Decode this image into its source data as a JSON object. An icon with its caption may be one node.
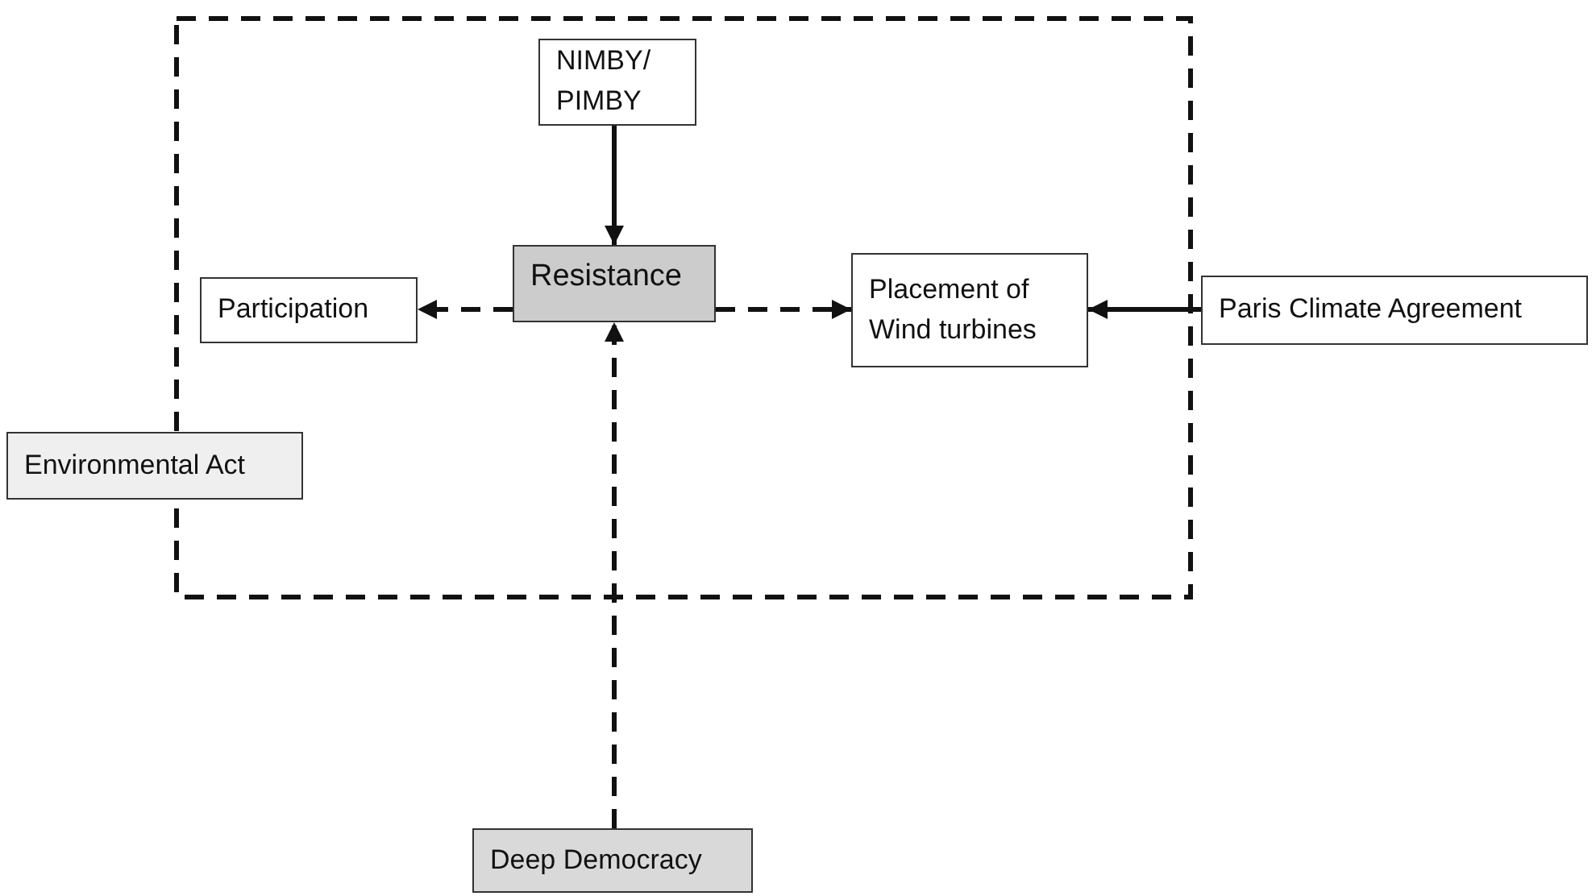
{
  "diagram": {
    "nodes": [
      {
        "text": [],
        "shape": "box"
      },
      {
        "text": [
          "NIMBY/ PIMBY"
        ],
        "in": 0
      },
      {
        "text": [
          "Resistance"
        ],
        "in": 0
      },
      {
        "text": [
          "Participation"
        ],
        "in": 0
      },
      {
        "text": [
          "Placement of Wind turbines"
        ],
        "in": 0
      },
      {
        "text": [
          "Paris Climate Agreement"
        ]
      },
      {
        "text": [
          "Environmental Act"
        ]
      },
      {
        "text": [
          "Deep Democracy"
        ]
      }
    ],
    "edges": [
      {
        "from": 1,
        "to": 2,
        "arrow": "to"
      },
      {
        "from": 2,
        "to": 3,
        "arrow": "to",
        "style": "dashed"
      },
      {
        "from": 2,
        "to": 4,
        "arrow": "to",
        "style": "dashed"
      },
      {
        "from": 5,
        "to": 4,
        "arrow": "to"
      },
      {
        "from": 7,
        "to": 2,
        "arrow": "to",
        "style": "dashed"
      }
    ]
  }
}
